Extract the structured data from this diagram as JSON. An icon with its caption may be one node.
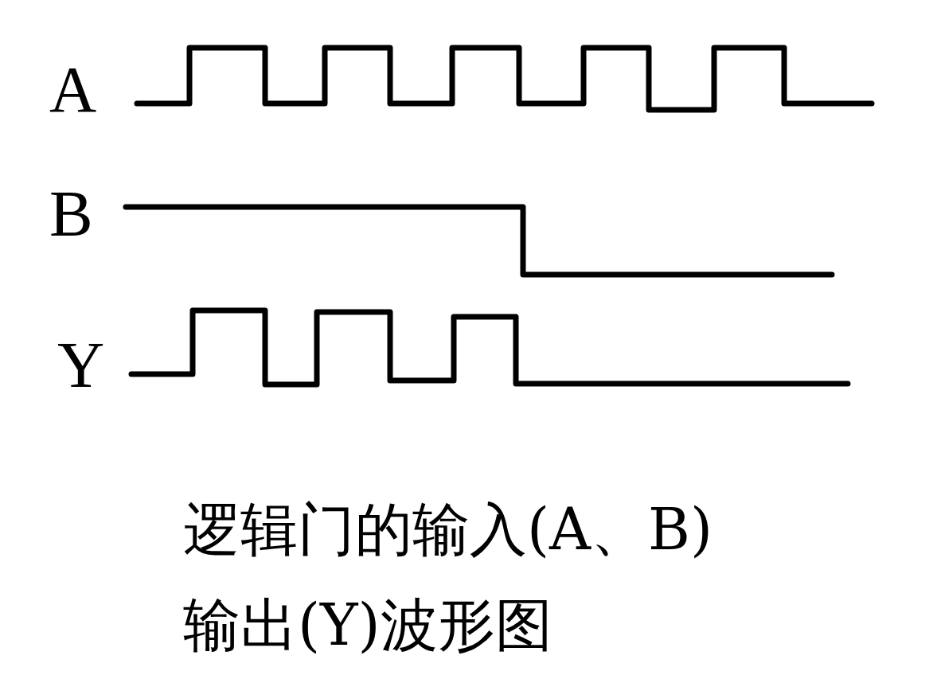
{
  "diagram": {
    "caption": "逻辑门的输入(A、B)输出(Y)波形图",
    "labels": [
      "A",
      "B",
      "Y"
    ]
  }
}
